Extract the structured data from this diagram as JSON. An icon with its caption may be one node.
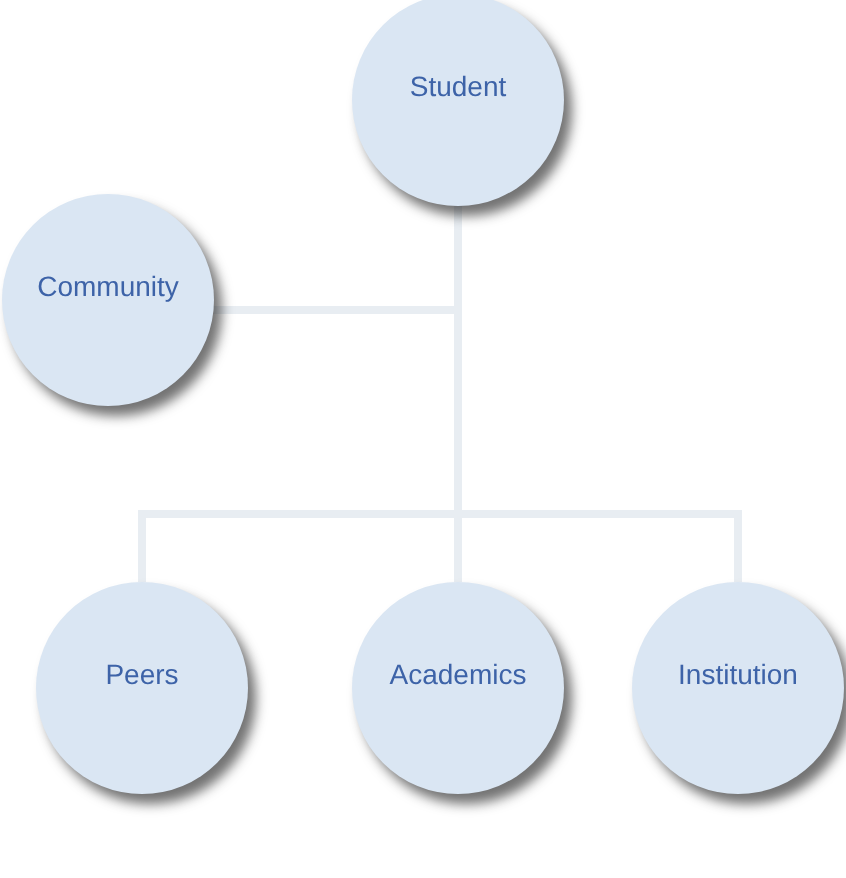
{
  "diagram": {
    "nodes": [
      {
        "text": [
          "Student"
        ]
      },
      {
        "text": [
          "Community"
        ]
      },
      {
        "text": [
          "Peers"
        ]
      },
      {
        "text": [
          "Academics"
        ]
      },
      {
        "text": [
          "Institution"
        ]
      }
    ],
    "edges": [
      {
        "from": 0,
        "to": 1,
        "arrow": "none"
      },
      {
        "from": 0,
        "to": 2,
        "arrow": "none"
      },
      {
        "from": 0,
        "to": 3,
        "arrow": "none"
      },
      {
        "from": 0,
        "to": 4,
        "arrow": "none"
      }
    ]
  }
}
